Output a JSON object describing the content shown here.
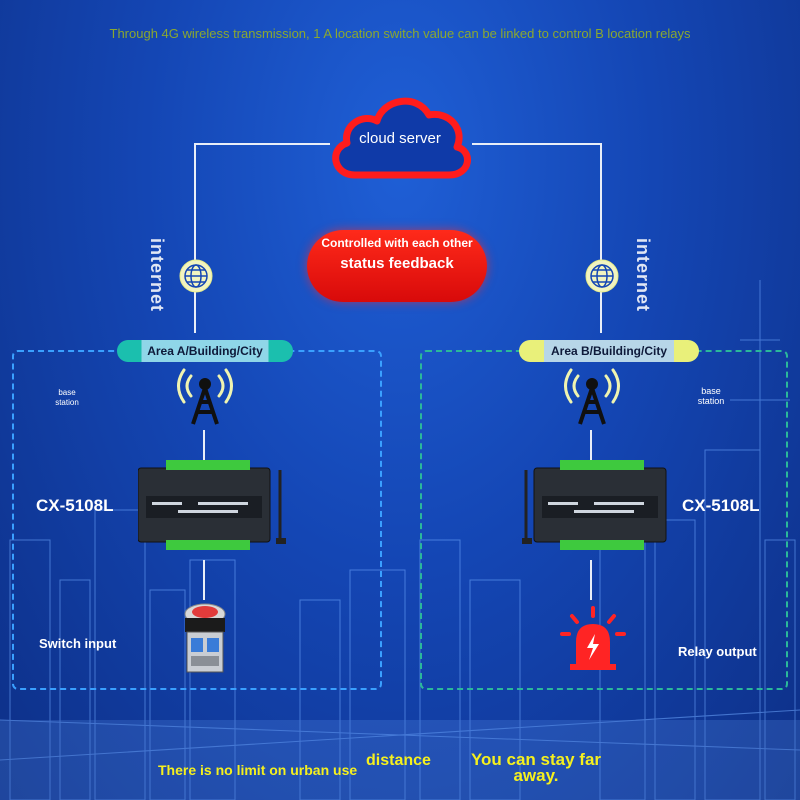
{
  "header": {
    "caption": "Through 4G wireless transmission, 1 A location switch value can be linked to control B location relays"
  },
  "cloud": {
    "label": "cloud server"
  },
  "feedback": {
    "line1": "Controlled with each other",
    "line2": "status feedback"
  },
  "network": {
    "left_label": "internet",
    "right_label": "internet"
  },
  "area_a": {
    "title": "Area A/Building/City",
    "base_station": "base station",
    "device_model": "CX-5108L",
    "io_label": "Switch input",
    "frame_color": "#3aa0ff",
    "pill_color": "#1bbfae"
  },
  "area_b": {
    "title": "Area B/Building/City",
    "base_station": "base station",
    "device_model": "CX-5108L",
    "io_label": "Relay output",
    "frame_color": "#2bb89a",
    "pill_color": "#e9f07a"
  },
  "footer": {
    "left": "There is no limit on urban use",
    "middle": "distance",
    "right": "You can stay far away."
  },
  "colors": {
    "accent_red": "#e8141a",
    "accent_yellow": "#f5f01e"
  }
}
